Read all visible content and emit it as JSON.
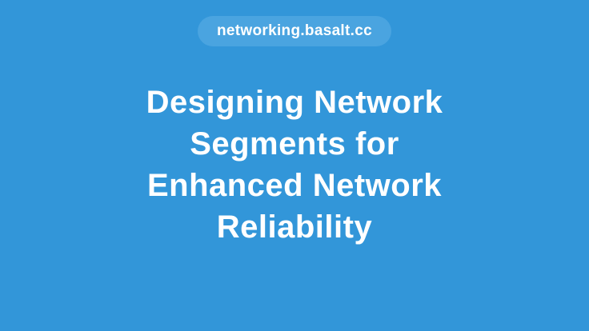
{
  "page": {
    "background_color": "#3296d9",
    "badge": {
      "label": "networking.basalt.cc",
      "background_color": "#4aa4e0",
      "text_color": "#ffffff"
    },
    "title": {
      "text": "Designing Network Segments for Enhanced Network Reliability",
      "text_color": "#ffffff",
      "lines": {
        "0": "Designing Network",
        "1": "Segments for",
        "2": "Enhanced Network",
        "3": "Reliability"
      }
    }
  }
}
